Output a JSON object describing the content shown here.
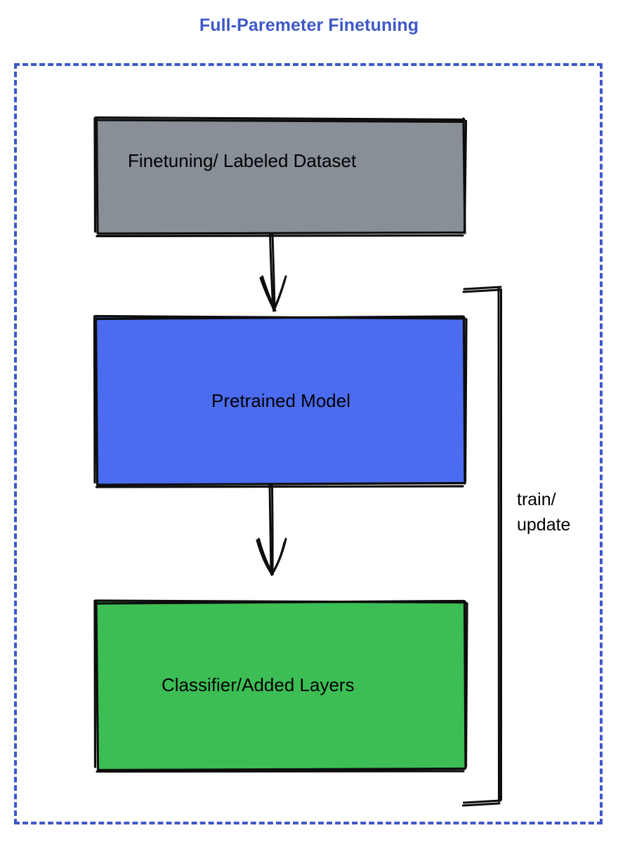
{
  "title": "Full-Paremeter Finetuning",
  "colors": {
    "title_text": "#3e58c8",
    "frame_border": "#3e58c8",
    "dataset_fill": "#888f97",
    "pretrained_fill": "#4b6cf0",
    "classifier_fill": "#3cbe55",
    "stroke": "#0d0d0d",
    "label_text": "#000000"
  },
  "nodes": {
    "dataset": {
      "label": "Finetuning/ Labeled Dataset"
    },
    "pretrained": {
      "label": "Pretrained Model"
    },
    "classifier": {
      "label": "Classifier/Added Layers"
    }
  },
  "edges": {
    "dataset_to_model": {
      "label": ""
    },
    "model_to_classifier": {
      "label": ""
    },
    "feedback": {
      "label_line1": "train/",
      "label_line2": "update"
    }
  }
}
